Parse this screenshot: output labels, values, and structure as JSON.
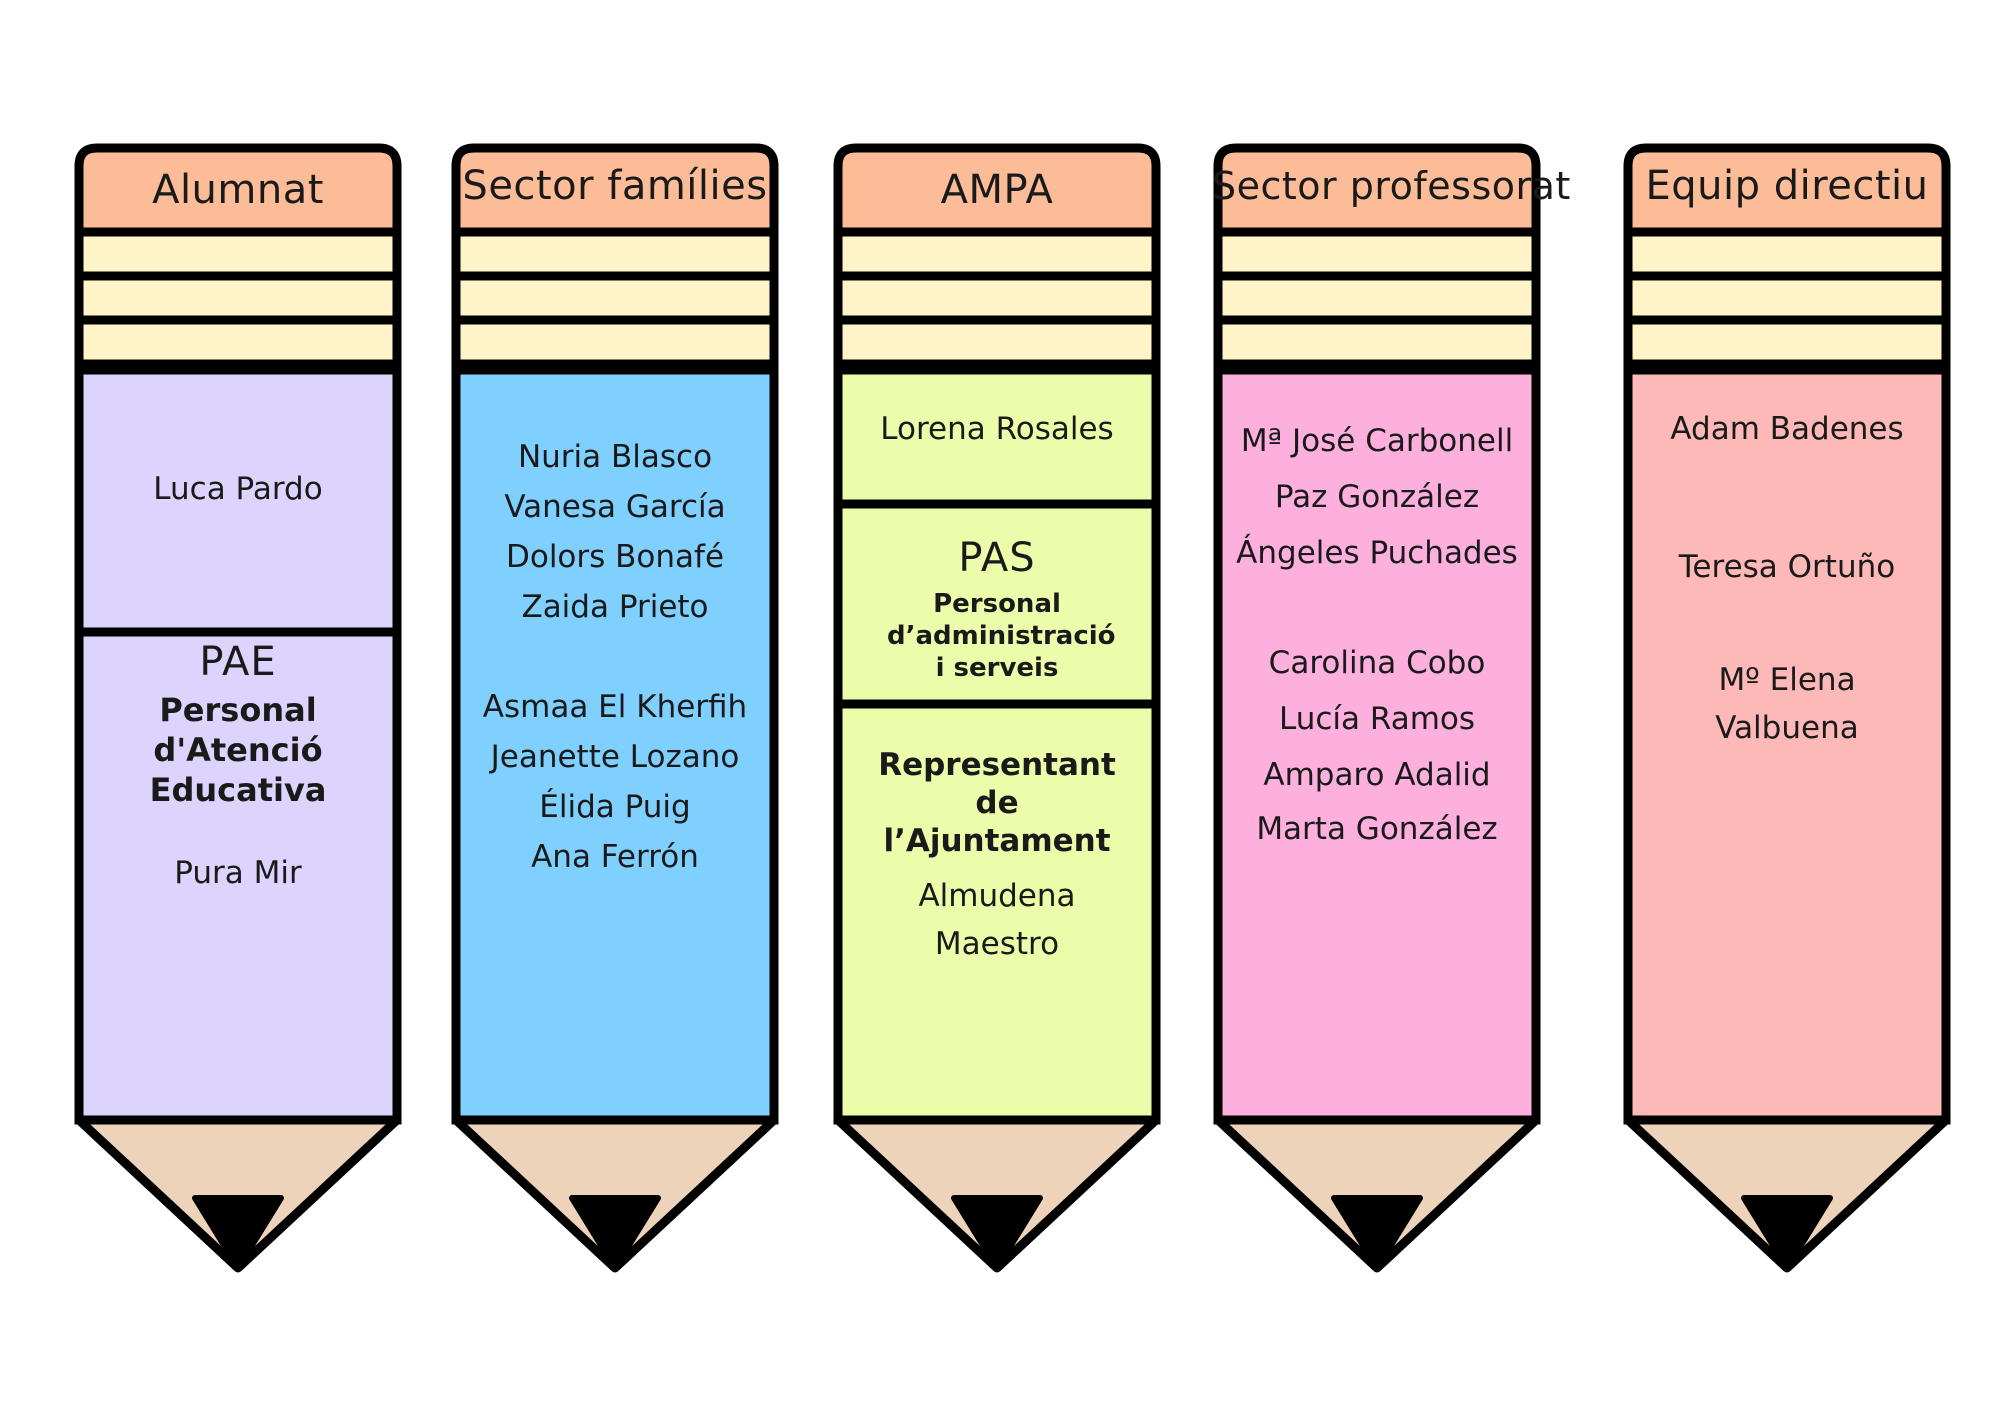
{
  "pencils": [
    {
      "title": "Alumnat",
      "body_color": "#dcd4fd",
      "sec1_names": [
        "Luca Pardo"
      ],
      "sec2_title": "PAE",
      "sec2_subtitle": "Personal d'Atenció Educativa",
      "sec2_names": [
        "Pura Mir"
      ]
    },
    {
      "title": "Sector famílies",
      "body_color": "#7fcfff",
      "names_a": [
        "Nuria Blasco",
        "Vanesa García",
        "Dolors Bonafé",
        "Zaida Prieto"
      ],
      "names_b": [
        "Asmaa El Kherfih",
        "Jeanette Lozano",
        "Élida Puig",
        "Ana Ferrón"
      ]
    },
    {
      "title": "AMPA",
      "body_color": "#ebfdab",
      "sec1_names": [
        "Lorena Rosales"
      ],
      "sec2_title": "PAS",
      "sec2_subtitle": "Personal d’administració i serveis",
      "sec3_title": "Representant de l’Ajuntament",
      "sec3_names": [
        "Almudena Maestro"
      ]
    },
    {
      "title": "Sector professorat",
      "body_color": "#fdafdd",
      "names_a": [
        "Mª José Carbonell",
        "Paz González",
        "Ángeles Puchades"
      ],
      "names_b": [
        "Carolina Cobo",
        "Lucía Ramos",
        "Amparo Adalid",
        "Marta González"
      ]
    },
    {
      "title": "Equip directiu",
      "body_color": "#fdb8b8",
      "names_a": [
        "Adam Badenes"
      ],
      "names_b": [
        "Teresa Ortuño"
      ],
      "names_c": [
        "Mº Elena Valbuena"
      ]
    }
  ],
  "colors": {
    "cap": "#fdbc98",
    "band": "#fef4c8",
    "wood": "#edd3ba",
    "outline": "#000000"
  }
}
